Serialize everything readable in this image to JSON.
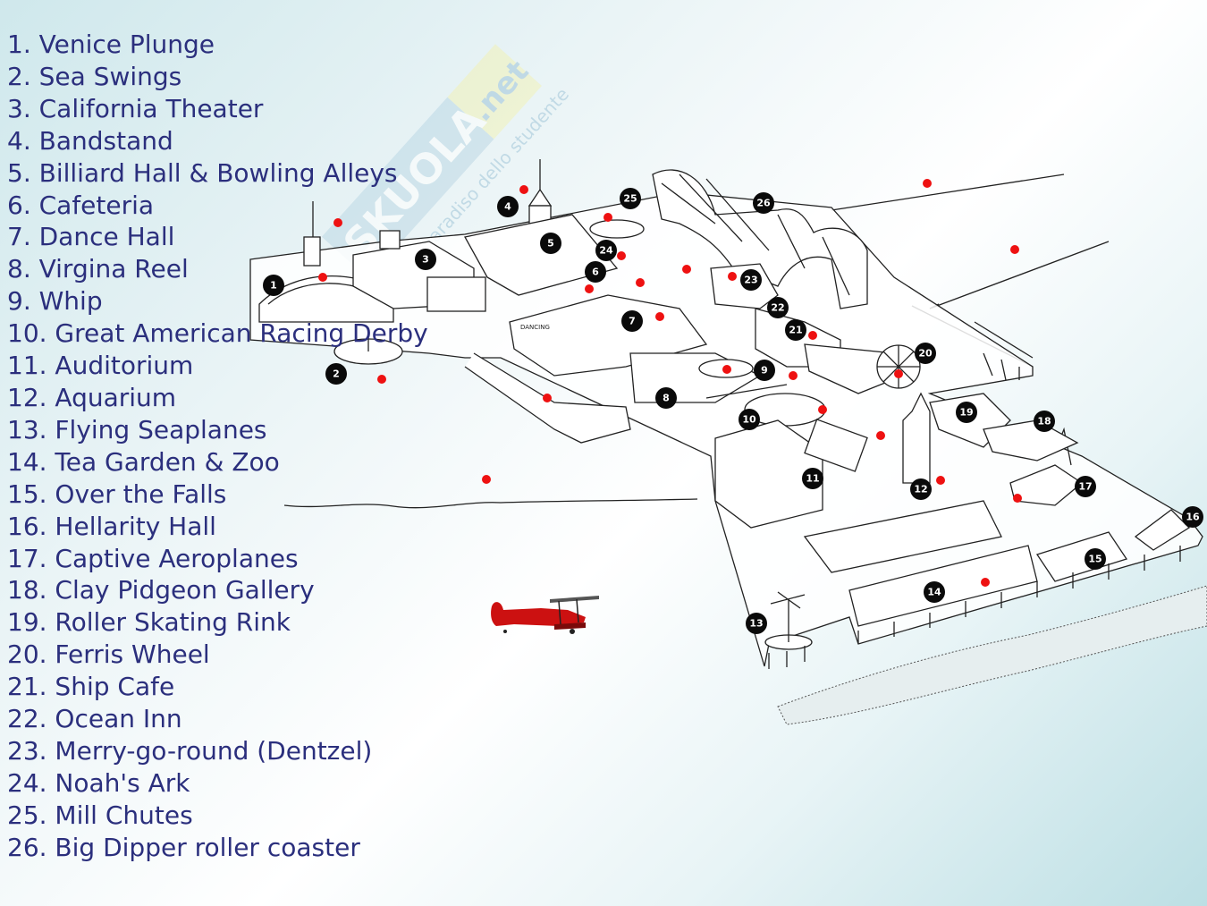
{
  "legend": {
    "items": [
      "1. Venice Plunge",
      "2. Sea Swings",
      "3. California Theater",
      "4. Bandstand",
      "5. Billiard Hall & Bowling Alleys",
      "6. Cafeteria",
      "7. Dance Hall",
      "8. Virgina Reel",
      "9. Whip",
      "10. Great American Racing Derby",
      "11. Auditorium",
      "12. Aquarium",
      "13. Flying Seaplanes",
      "14. Tea Garden & Zoo",
      "15. Over the Falls",
      "16. Hellarity Hall",
      "17. Captive Aeroplanes",
      "18. Clay Pidgeon Gallery",
      "19. Roller Skating Rink",
      "20. Ferris Wheel",
      "21. Ship Cafe",
      "22. Ocean Inn",
      "23. Merry-go-round (Dentzel)",
      "24. Noah's Ark",
      "25. Mill Chutes",
      "26. Big Dipper roller coaster"
    ]
  },
  "watermark": {
    "brand": "SKUOLA",
    "suffix": ".net",
    "tagline": "il paradiso dello studente"
  },
  "map": {
    "building_label": "DANCING",
    "markers": [
      "1",
      "2",
      "3",
      "4",
      "5",
      "6",
      "7",
      "8",
      "9",
      "10",
      "11",
      "12",
      "13",
      "14",
      "15",
      "16",
      "17",
      "18",
      "19",
      "20",
      "21",
      "22",
      "23",
      "24",
      "25",
      "26"
    ]
  },
  "colors": {
    "legend_text": "#2b2f7d",
    "marker": "#0a0a0a",
    "dot": "#ee1111",
    "plane": "#cc1111"
  }
}
